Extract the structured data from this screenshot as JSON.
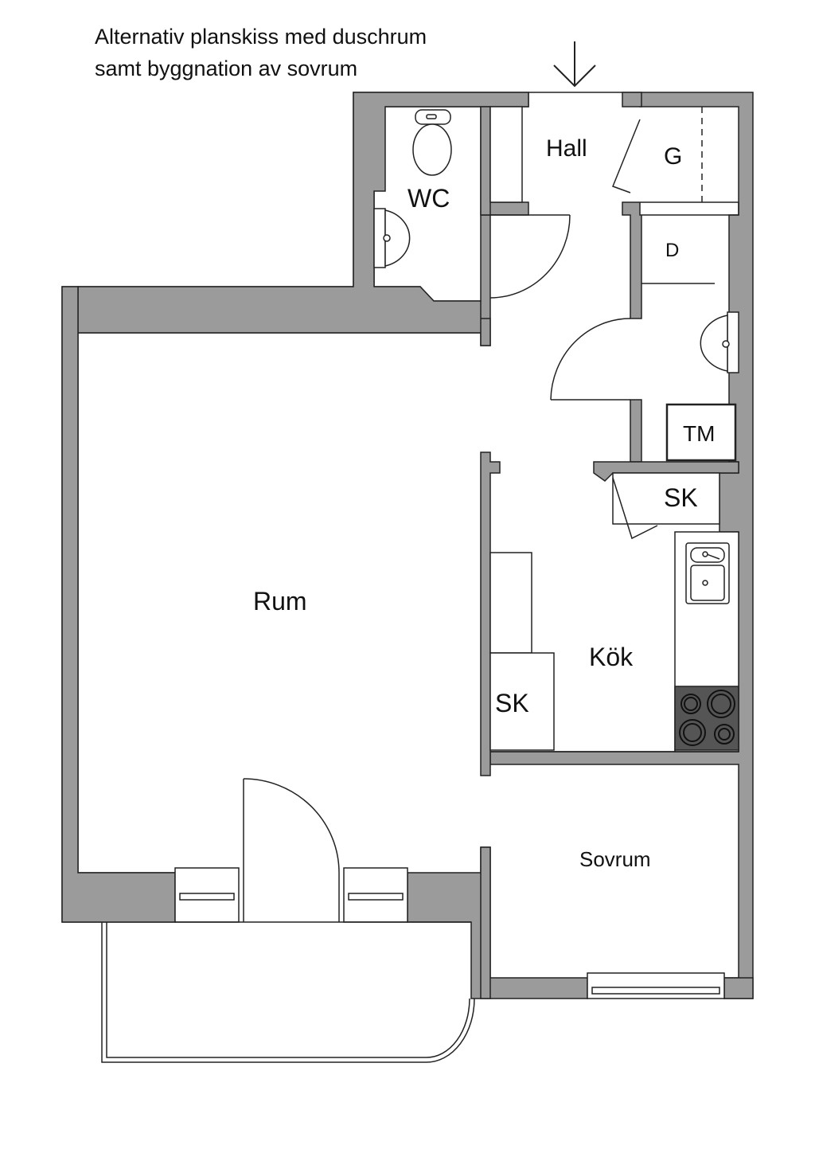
{
  "title": {
    "line1": "Alternativ planskiss med duschrum",
    "line2": "samt byggnation av sovrum"
  },
  "rooms": {
    "hall": "Hall",
    "wc": "WC",
    "garderob": "G",
    "dusch": "D",
    "tvattmaskin": "TM",
    "skap_hall": "SK",
    "rum": "Rum",
    "kok": "Kök",
    "skap_kok": "SK",
    "sovrum": "Sovrum"
  },
  "colors": {
    "wall": "#9b9b9b",
    "outline": "#222222",
    "stove": "#555555"
  }
}
